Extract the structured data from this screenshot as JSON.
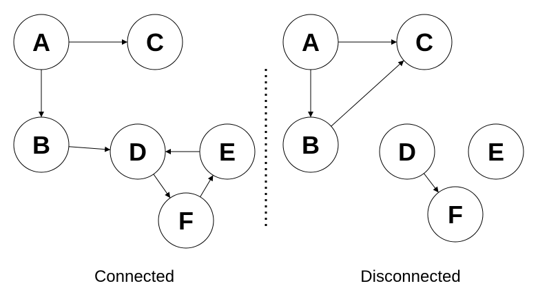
{
  "graphs": [
    {
      "id": "connected",
      "caption": "Connected",
      "nodes": [
        "A",
        "C",
        "B",
        "D",
        "E",
        "F"
      ],
      "edges": [
        {
          "from": "A",
          "to": "C"
        },
        {
          "from": "A",
          "to": "B"
        },
        {
          "from": "B",
          "to": "D"
        },
        {
          "from": "E",
          "to": "D"
        },
        {
          "from": "D",
          "to": "F"
        },
        {
          "from": "F",
          "to": "E"
        }
      ]
    },
    {
      "id": "disconnected",
      "caption": "Disconnected",
      "nodes": [
        "A",
        "C",
        "B",
        "D",
        "E",
        "F"
      ],
      "edges": [
        {
          "from": "A",
          "to": "C"
        },
        {
          "from": "A",
          "to": "B"
        },
        {
          "from": "B",
          "to": "C"
        },
        {
          "from": "D",
          "to": "F"
        }
      ]
    }
  ],
  "colors": {
    "stroke": "#000000",
    "fill": "#ffffff",
    "background": "#ffffff"
  }
}
